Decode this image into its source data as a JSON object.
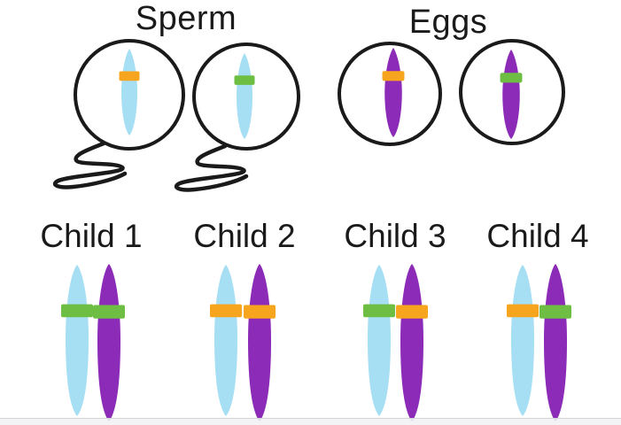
{
  "titles": {
    "sperm": "Sperm",
    "eggs": "Eggs"
  },
  "colors": {
    "chromosome_blue": "#A6DFF4",
    "chromosome_purple": "#8C2BB7",
    "band_orange": "#F7A41F",
    "band_green": "#6EBE44",
    "outline": "#1A1A1A"
  },
  "gametes": {
    "sperm": [
      {
        "id": "sperm-1",
        "chromosome_color": "blue",
        "band_color": "orange",
        "chromosome_hex": "#A6DFF4",
        "band_hex": "#F7A41F"
      },
      {
        "id": "sperm-2",
        "chromosome_color": "blue",
        "band_color": "green",
        "chromosome_hex": "#A6DFF4",
        "band_hex": "#6EBE44"
      }
    ],
    "eggs": [
      {
        "id": "egg-1",
        "chromosome_color": "purple",
        "band_color": "orange",
        "chromosome_hex": "#8C2BB7",
        "band_hex": "#F7A41F"
      },
      {
        "id": "egg-2",
        "chromosome_color": "purple",
        "band_color": "green",
        "chromosome_hex": "#8C2BB7",
        "band_hex": "#6EBE44"
      }
    ]
  },
  "children": [
    {
      "label": "Child 1",
      "paternal": {
        "chromosome_color": "blue",
        "band_color": "green",
        "chromosome_hex": "#A6DFF4",
        "band_hex": "#6EBE44"
      },
      "maternal": {
        "chromosome_color": "purple",
        "band_color": "green",
        "chromosome_hex": "#8C2BB7",
        "band_hex": "#6EBE44"
      }
    },
    {
      "label": "Child 2",
      "paternal": {
        "chromosome_color": "blue",
        "band_color": "orange",
        "chromosome_hex": "#A6DFF4",
        "band_hex": "#F7A41F"
      },
      "maternal": {
        "chromosome_color": "purple",
        "band_color": "orange",
        "chromosome_hex": "#8C2BB7",
        "band_hex": "#F7A41F"
      }
    },
    {
      "label": "Child 3",
      "paternal": {
        "chromosome_color": "blue",
        "band_color": "green",
        "chromosome_hex": "#A6DFF4",
        "band_hex": "#6EBE44"
      },
      "maternal": {
        "chromosome_color": "purple",
        "band_color": "orange",
        "chromosome_hex": "#8C2BB7",
        "band_hex": "#F7A41F"
      }
    },
    {
      "label": "Child 4",
      "paternal": {
        "chromosome_color": "blue",
        "band_color": "orange",
        "chromosome_hex": "#A6DFF4",
        "band_hex": "#F7A41F"
      },
      "maternal": {
        "chromosome_color": "purple",
        "band_color": "green",
        "chromosome_hex": "#8C2BB7",
        "band_hex": "#6EBE44"
      }
    }
  ]
}
